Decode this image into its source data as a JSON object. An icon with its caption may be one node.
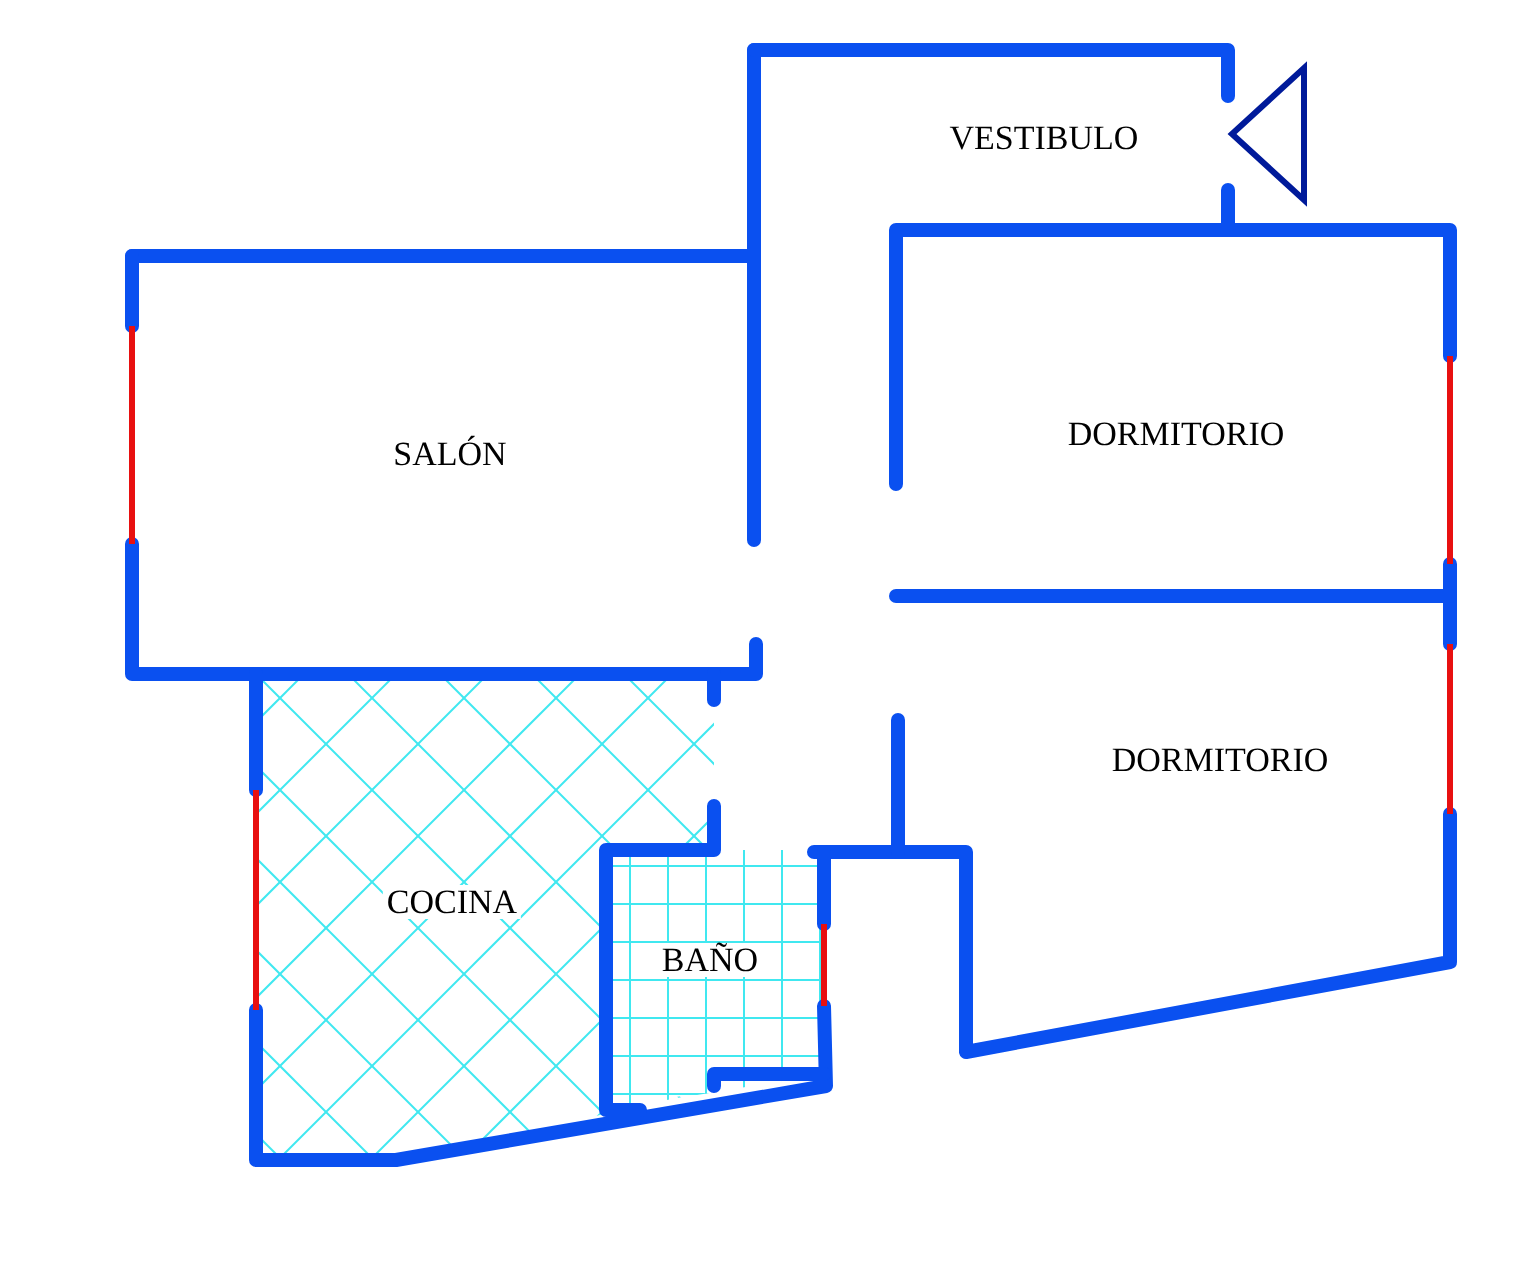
{
  "diagram": {
    "labels": [
      "VESTIBULO",
      "SALÓN",
      "DORMITORIO",
      "DORMITORIO",
      "COCINA",
      "BAÑO"
    ]
  }
}
